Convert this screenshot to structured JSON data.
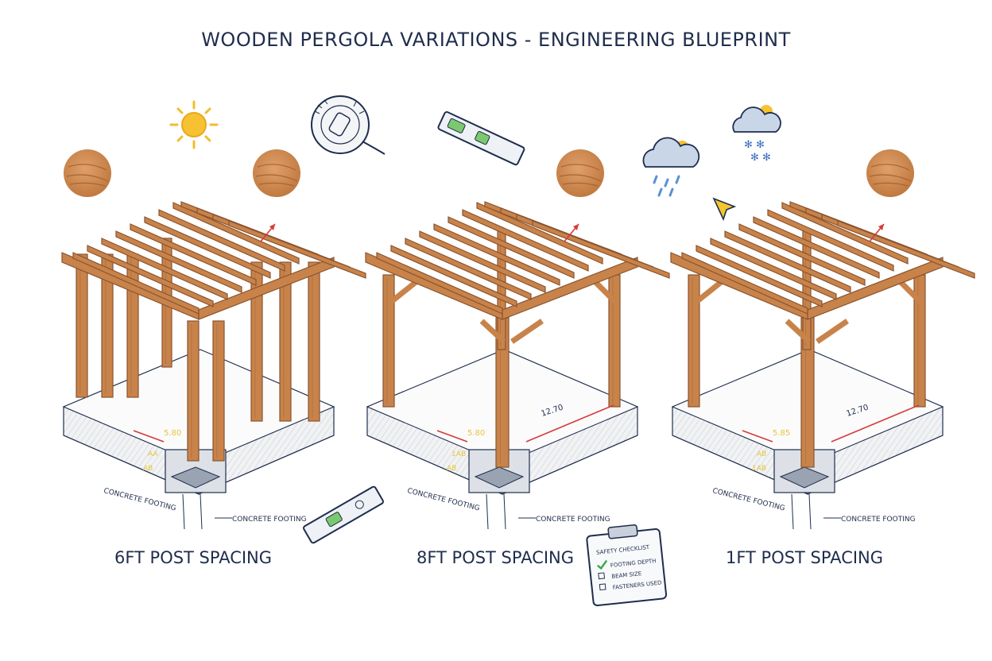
{
  "title": "WOODEN PERGOLA VARIATIONS - ENGINEERING BLUEPRINT",
  "colors": {
    "ink": "#1f2d4d",
    "wood": "#c8834a",
    "wood_dark": "#8a5430",
    "concrete": "#e4e6ea",
    "sun": "#f3bd2a",
    "dimension_red": "#d63a3a",
    "dimension_yellow": "#e8c53a",
    "cloud": "#c9d6e8",
    "check_green": "#3aa845"
  },
  "panels": [
    {
      "caption": "6FT POST SPACING",
      "footing_label_left": "CONCRETE FOOTING",
      "footing_label_right": "CONCRETE FOOTING",
      "dim_red": "5.80",
      "dim_yellow_a": "AA",
      "dim_yellow_b": "AB"
    },
    {
      "caption": "8FT POST SPACING",
      "footing_label_left": "CONCRETE FOOTING",
      "footing_label_right": "CONCRETE FOOTING",
      "dim_red": "5.80",
      "dim_depth": "12.70",
      "dim_yellow_a": "1AB",
      "dim_yellow_b": "AB"
    },
    {
      "caption": "1FT POST SPACING",
      "footing_label_left": "CONCRETE FOOTING",
      "footing_label_right": "CONCRETE FOOTING",
      "dim_red": "5.85",
      "dim_depth": "12.70",
      "dim_yellow_a": "AB",
      "dim_yellow_b": "1AB"
    }
  ],
  "checklist": {
    "title": "SAFETY CHECKLIST",
    "items": [
      "FOOTING DEPTH",
      "BEAM SIZE",
      "FASTENERS USED"
    ]
  },
  "icons": [
    "sun-icon",
    "tape-measure-icon",
    "spirit-level-icon",
    "rain-cloud-icon",
    "snow-cloud-icon",
    "cursor-arrow-icon",
    "wood-sample-icon",
    "clipboard-icon"
  ]
}
